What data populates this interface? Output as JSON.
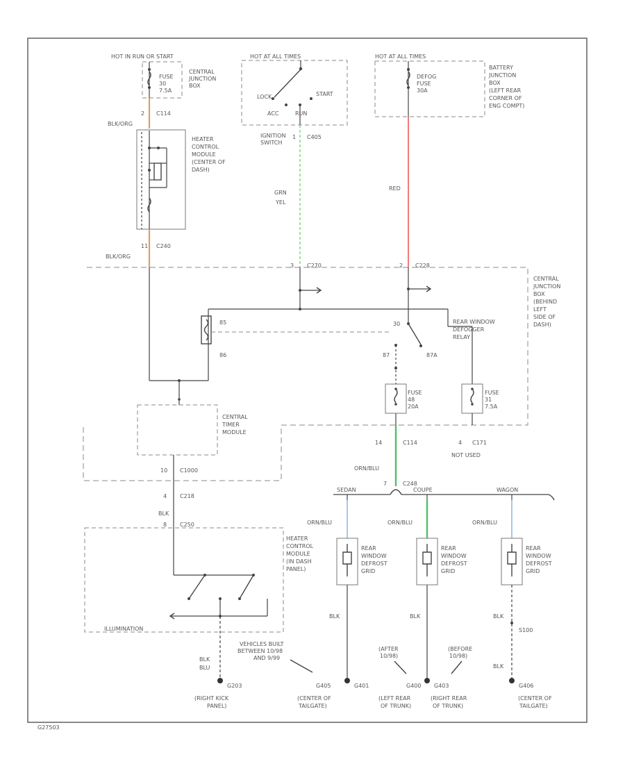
{
  "power_labels": {
    "hot_run_start": "HOT IN RUN OR START",
    "hot_at_all_times_ign": "HOT AT ALL TIMES",
    "hot_at_all_times_batt": "HOT AT ALL TIMES"
  },
  "components": {
    "fuse_30": [
      "FUSE",
      "30",
      "7.5A"
    ],
    "central_jb_top": [
      "CENTRAL",
      "JUNCTION",
      "BOX"
    ],
    "defog_fuse": [
      "DEFOG",
      "FUSE",
      "30A"
    ],
    "battery_jb": [
      "BATTERY",
      "JUNCTION",
      "BOX",
      "(LEFT REAR",
      "CORNER OF",
      "ENG COMPT)"
    ],
    "heater_module": [
      "HEATER",
      "CONTROL",
      "MODULE",
      "(CENTER OF",
      "DASH)"
    ],
    "ignition_switch": [
      "IGNITION",
      "SWITCH"
    ],
    "central_jb_main": [
      "CENTRAL",
      "JUNCTION",
      "BOX",
      "(BEHIND",
      "LEFT",
      "SIDE OF",
      "DASH)"
    ],
    "relay": [
      "REAR WINDOW",
      "DEFOGGER",
      "RELAY"
    ],
    "fuse_48": [
      "FUSE",
      "48",
      "20A"
    ],
    "fuse_31": [
      "FUSE",
      "31",
      "7.5A"
    ],
    "central_timer": [
      "CENTRAL",
      "TIMER",
      "MODULE"
    ],
    "heater_module_panel": [
      "HEATER",
      "CONTROL",
      "MODULE",
      "(IN DASH",
      "PANEL)"
    ],
    "grid": [
      "REAR",
      "WINDOW",
      "DEFROST",
      "GRID"
    ],
    "illumination": "ILLUMINATION"
  },
  "switch_positions": {
    "lock": "LOCK",
    "acc": "ACC",
    "run": "RUN",
    "start": "START"
  },
  "connectors": {
    "c114": "C114",
    "c240": "C240",
    "c270": "C270",
    "c405_top": "C405",
    "c228": "C228",
    "c270b": "C270",
    "c171": "C171",
    "c1000": "C1000",
    "c218": "C218",
    "c250": "C250",
    "c248": "C248",
    "s100": "S100"
  },
  "pins": {
    "p2": "2",
    "p11": "11",
    "p1": "1",
    "p3": "3",
    "p2b": "2",
    "p4": "4",
    "p85": "85",
    "p86": "86",
    "p30": "30",
    "p87": "87",
    "p87a": "87A",
    "p10": "10",
    "p8": "8",
    "p14": "14",
    "p4b": "4",
    "p7": "7"
  },
  "wire_colors": {
    "blk_org": "BLK/ORG",
    "grn_yel": [
      "GRN",
      "YEL"
    ],
    "red": "RED",
    "org_blu": "ORN/BLU",
    "blk": "BLK",
    "blk_blu": [
      "BLK",
      "BLU"
    ]
  },
  "annotations": {
    "not_used": "NOT USED",
    "vehicles_built": [
      "VEHICLES BUILT",
      "BETWEEN 10/98",
      "AND 9/99"
    ],
    "after": [
      "(AFTER",
      "10/98)"
    ],
    "before": [
      "(BEFORE",
      "10/98)"
    ],
    "sedan": "SEDAN",
    "coupe": "COUPE",
    "wagon": "WAGON"
  },
  "grounds": {
    "g203": "G203",
    "g405a": "G405",
    "g401": "G401",
    "g400": "G400",
    "g403": "G403",
    "g406": "G406",
    "right_kick": [
      "(RIGHT KICK",
      "PANEL)"
    ],
    "center_tailgate": [
      "(CENTER OF",
      "TAILGATE)"
    ],
    "left_rear_trunk": [
      "(LEFT REAR",
      "OF TRUNK)"
    ],
    "right_rear_trunk": [
      "(RIGHT REAR",
      "OF TRUNK)"
    ]
  },
  "footer_code": "G27503",
  "colors": {
    "orange_wire": "#d9a06a",
    "green_wire": "#9fe39a",
    "red_wire": "#f07a7a",
    "dark_green_wire": "#4fbf66",
    "blue_wire": "#a8c8e8",
    "line": "#444444"
  }
}
